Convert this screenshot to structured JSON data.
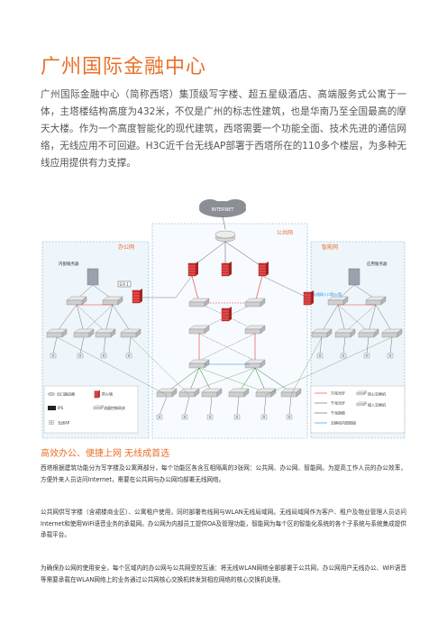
{
  "title": "广州国际金融中心",
  "intro": "广州国际金融中心（简称西塔）集顶级写字楼、超五星级酒店、高端服务式公寓于一体，主塔楼结构高度为432米，不仅是广州的标志性建筑，也是华南乃至全国最高的摩天大楼。作为一个高度智能化的现代建筑，西塔需要一个功能全面、技术先进的通信网络，无线应用不可回避。H3C近千台无线AP部署于西塔所在的110多个楼层，为多种无线应用提供有力支撑。",
  "diagram": {
    "cloud_label": "INTERNET",
    "zone_office": "办公网",
    "zone_public": "公共网",
    "zone_smart": "智能网",
    "server_internal": "内部服务器",
    "server_app": "应用服务器",
    "firewall_tag": "S R 1",
    "wlan_label": "无线网入口防火墙",
    "legend_left": [
      {
        "icon": "router",
        "label": "出口路由器"
      },
      {
        "icon": "firewall",
        "label": "防火墙"
      },
      {
        "icon": "ips",
        "label": "IPS"
      },
      {
        "icon": "ap",
        "label": "无线AP"
      },
      {
        "icon": "switch",
        "label": "流量控制网关"
      }
    ],
    "legend_right": [
      {
        "line": "#e53935",
        "label": "万兆光纤",
        "icon_label": "核心交换机"
      },
      {
        "line": "#2e7d32",
        "label": "千兆光纤",
        "icon_label": "接入交换机"
      },
      {
        "line": "#555555",
        "label": "千兆铜缆",
        "icon_label": ""
      },
      {
        "line": "#1e88e5",
        "label": "交换机内部链接",
        "icon_label": ""
      }
    ]
  },
  "subtitle": "高效办公、便捷上网 无线成首选",
  "paragraphs": [
    "西塔根据建筑功能分为写字楼及公寓两部分，每个功能区各含互相隔离的3张网：公共网、办公网、智能网。为提高工作人员的办公效率，方便外来人员访问Internet，需要在公共网与办公网均部署无线网络。",
    "公共网供写字楼（含裙楼商业区）、公寓租户使用，同时部署有线网与WLAN无线局域网。无线局域网作为客户、租户及物业管理人员访问Internet和使用WiFi语音业务的承载网。办公网为内部员工提供OA及管理功能，智能网为每个区的智能化系统的各个子系统与系统集成提供承载平台。",
    "为确保办公网的使用安全，每个区域内的办公网与公共网受控互通：将无线WLAN网络全部部署于公共网，办公网用户无线办公、WiFi语音等需要承载在WLAN网络上的业务通过公共网核心交换机转发到相应网络的核心交换机处理。"
  ]
}
